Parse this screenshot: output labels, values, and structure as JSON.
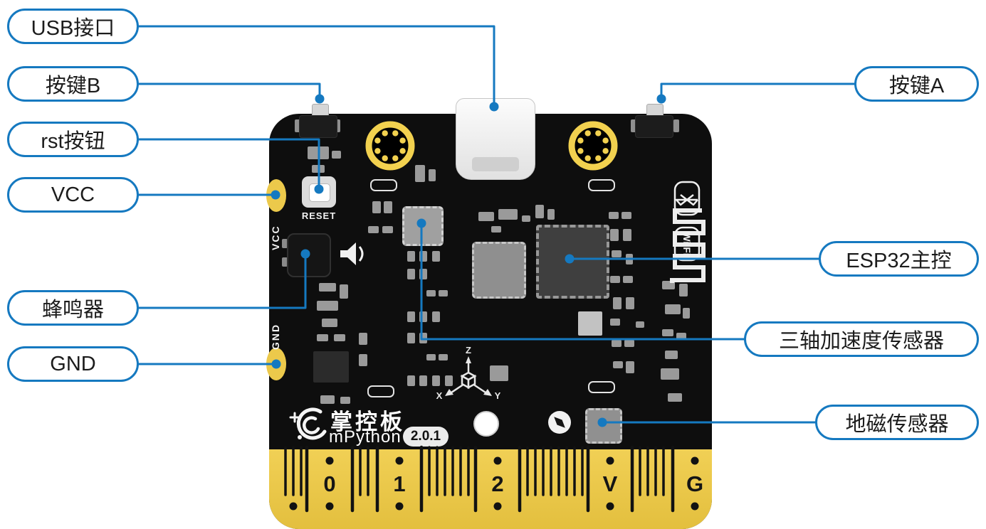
{
  "callouts": {
    "left": [
      {
        "label": "USB接口"
      },
      {
        "label": "按键B"
      },
      {
        "label": "rst按钮"
      },
      {
        "label": "VCC"
      },
      {
        "label": "蜂鸣器"
      },
      {
        "label": "GND"
      }
    ],
    "right": [
      {
        "label": "按键A"
      },
      {
        "label": "ESP32主控"
      },
      {
        "label": "三轴加速度传感器"
      },
      {
        "label": "地磁传感器"
      }
    ]
  },
  "board": {
    "silkscreen": {
      "reset": "RESET",
      "vcc": "VCC",
      "gnd": "GND",
      "wifi": "Wi Fi"
    },
    "logo": {
      "cn": "掌控板",
      "en": "mPython",
      "version": "2.0.1"
    },
    "axis": {
      "x": "X",
      "y": "Y",
      "z": "Z"
    },
    "edge_pins": [
      "0",
      "1",
      "2",
      "V",
      "G"
    ]
  },
  "colors": {
    "callout_blue": "#1579c0",
    "board_black": "#0e0e0e",
    "pad_gold": "#ecc94b"
  }
}
